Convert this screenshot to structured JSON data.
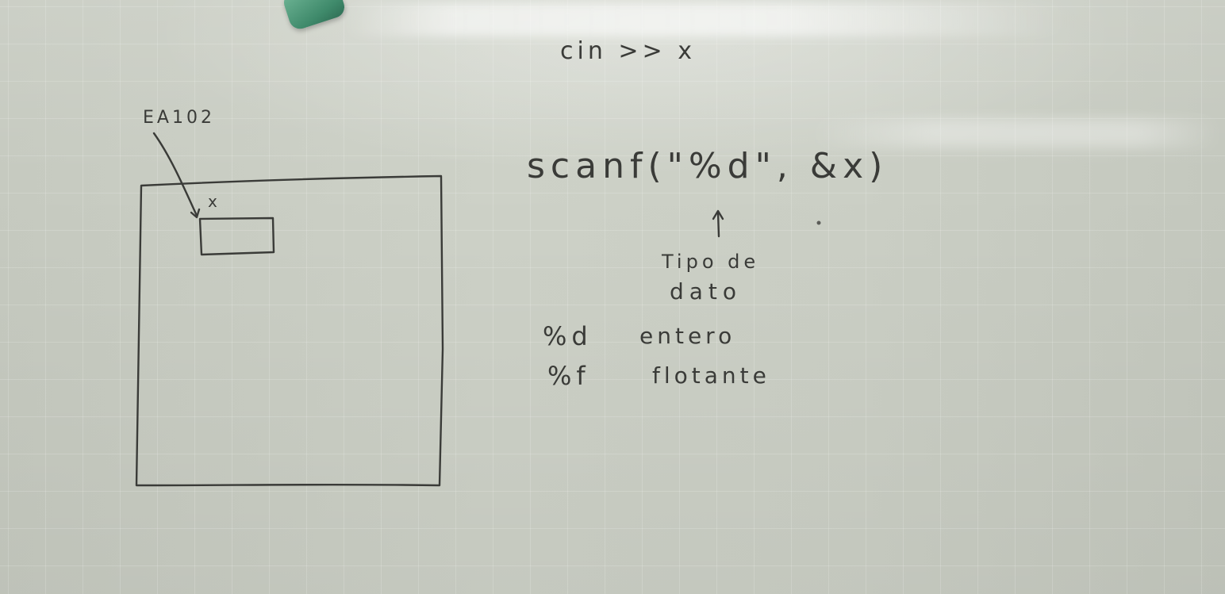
{
  "board": {
    "cin_line": "cin >> x",
    "memory_diagram": {
      "address_label": "EA102",
      "variable_label": "x"
    },
    "scanf_line": "scanf(\"%d\", &x)",
    "annotation": {
      "line1": "Tipo de",
      "line2": "dato"
    },
    "format_table": [
      {
        "spec": "%d",
        "description": "entero"
      },
      {
        "spec": "%f",
        "description": "flotante"
      }
    ]
  },
  "colors": {
    "ink": "#3a3b38",
    "board": "#c9cdc3",
    "magnet": "#4f9a7b"
  },
  "icons": {
    "magnet": "board-magnet"
  }
}
